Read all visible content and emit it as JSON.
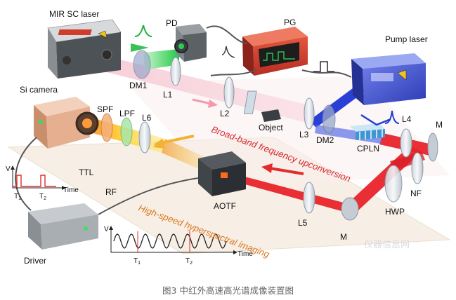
{
  "labels": {
    "mir_sc_laser": "MIR SC laser",
    "pd": "PD",
    "pg": "PG",
    "pump_laser": "Pump laser",
    "si_camera": "Si camera",
    "dm1": "DM1",
    "l1": "L1",
    "l2": "L2",
    "l3": "L3",
    "l4": "L4",
    "l5": "L5",
    "l6": "L6",
    "spf": "SPF",
    "lpf": "LPF",
    "object": "Object",
    "dm2": "DM2",
    "cpln": "CPLN",
    "m_top": "M",
    "m_bottom": "M",
    "nf": "NF",
    "hwp": "HWP",
    "aotf": "AOTF",
    "rf": "RF",
    "ttl": "TTL",
    "driver": "Driver"
  },
  "annotations": {
    "upconversion": "Broad-band frequency upconversion",
    "imaging": "High-speed hyperspectral imaging"
  },
  "ttl_plot": {
    "v": "V",
    "t1": "T",
    "t1_sub": "1",
    "t2": "T",
    "t2_sub": "2",
    "time": "Time"
  },
  "rf_plot": {
    "v": "V",
    "t1": "T",
    "t1_sub": "1",
    "t2": "T",
    "t2_sub": "2",
    "time": "Time"
  },
  "watermark": "仪器信息网",
  "caption": "图3 中红外高速高光谱成像装置图",
  "colors": {
    "red_beam": "#e8232a",
    "blue_beam": "#2a3fd6",
    "green_beam": "#2bd14a",
    "pink_beam": "#f4a3b4",
    "orange_text": "#d9781c",
    "red_text": "#d9262c"
  }
}
